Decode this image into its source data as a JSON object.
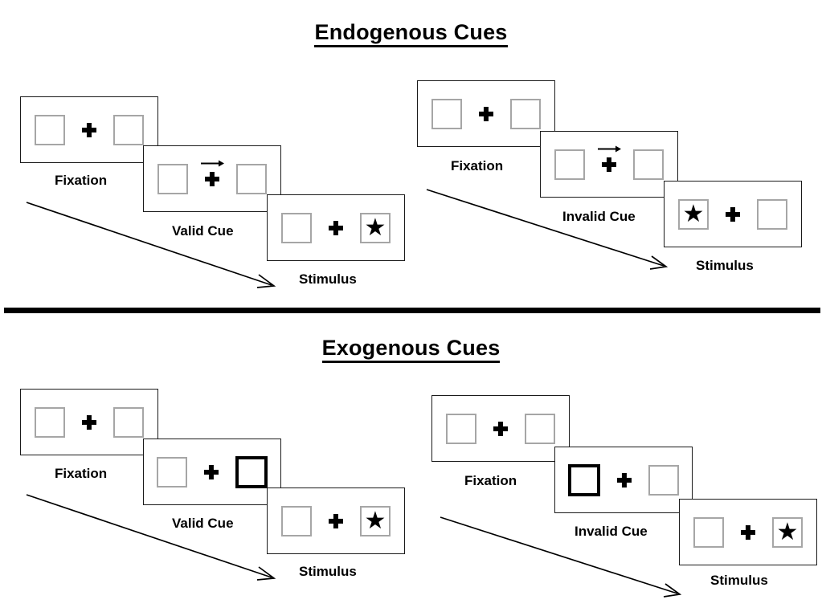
{
  "figure": {
    "sections": [
      {
        "id": "endogenous",
        "title": "Endogenous Cues",
        "columns": [
          {
            "id": "endogenous-valid",
            "panels": [
              {
                "id": "fixation",
                "caption": "Fixation",
                "left_box": "empty",
                "right_box": "empty",
                "cue": "none"
              },
              {
                "id": "cue",
                "caption": "Valid Cue",
                "left_box": "empty",
                "right_box": "empty",
                "cue": "arrow-right"
              },
              {
                "id": "stimulus",
                "caption": "Stimulus",
                "left_box": "empty",
                "right_box": "star",
                "cue": "none"
              }
            ]
          },
          {
            "id": "endogenous-invalid",
            "panels": [
              {
                "id": "fixation",
                "caption": "Fixation",
                "left_box": "empty",
                "right_box": "empty",
                "cue": "none"
              },
              {
                "id": "cue",
                "caption": "Invalid Cue",
                "left_box": "empty",
                "right_box": "empty",
                "cue": "arrow-right"
              },
              {
                "id": "stimulus",
                "caption": "Stimulus",
                "left_box": "star",
                "right_box": "empty",
                "cue": "none"
              }
            ]
          }
        ]
      },
      {
        "id": "exogenous",
        "title": "Exogenous Cues",
        "columns": [
          {
            "id": "exogenous-valid",
            "panels": [
              {
                "id": "fixation",
                "caption": "Fixation",
                "left_box": "empty",
                "right_box": "empty",
                "cue": "none"
              },
              {
                "id": "cue",
                "caption": "Valid Cue",
                "left_box": "empty",
                "right_box": "highlighted",
                "cue": "none"
              },
              {
                "id": "stimulus",
                "caption": "Stimulus",
                "left_box": "empty",
                "right_box": "star",
                "cue": "none"
              }
            ]
          },
          {
            "id": "exogenous-invalid",
            "panels": [
              {
                "id": "fixation",
                "caption": "Fixation",
                "left_box": "empty",
                "right_box": "empty",
                "cue": "none"
              },
              {
                "id": "cue",
                "caption": "Invalid Cue",
                "left_box": "highlighted",
                "right_box": "empty",
                "cue": "none"
              },
              {
                "id": "stimulus",
                "caption": "Stimulus",
                "left_box": "empty",
                "right_box": "star",
                "cue": "none"
              }
            ]
          }
        ]
      }
    ],
    "glyphs": {
      "star": "★",
      "fixation_cross": "plus-cross",
      "cue_arrow": "arrow-right-icon",
      "flow_arrow": "time-flow-arrow"
    },
    "colors": {
      "ink": "#000000",
      "frame_outline": "#1a1a1a",
      "box_outline": "#a6a6a6",
      "cued_box_outline": "#000000",
      "background": "#ffffff"
    }
  }
}
